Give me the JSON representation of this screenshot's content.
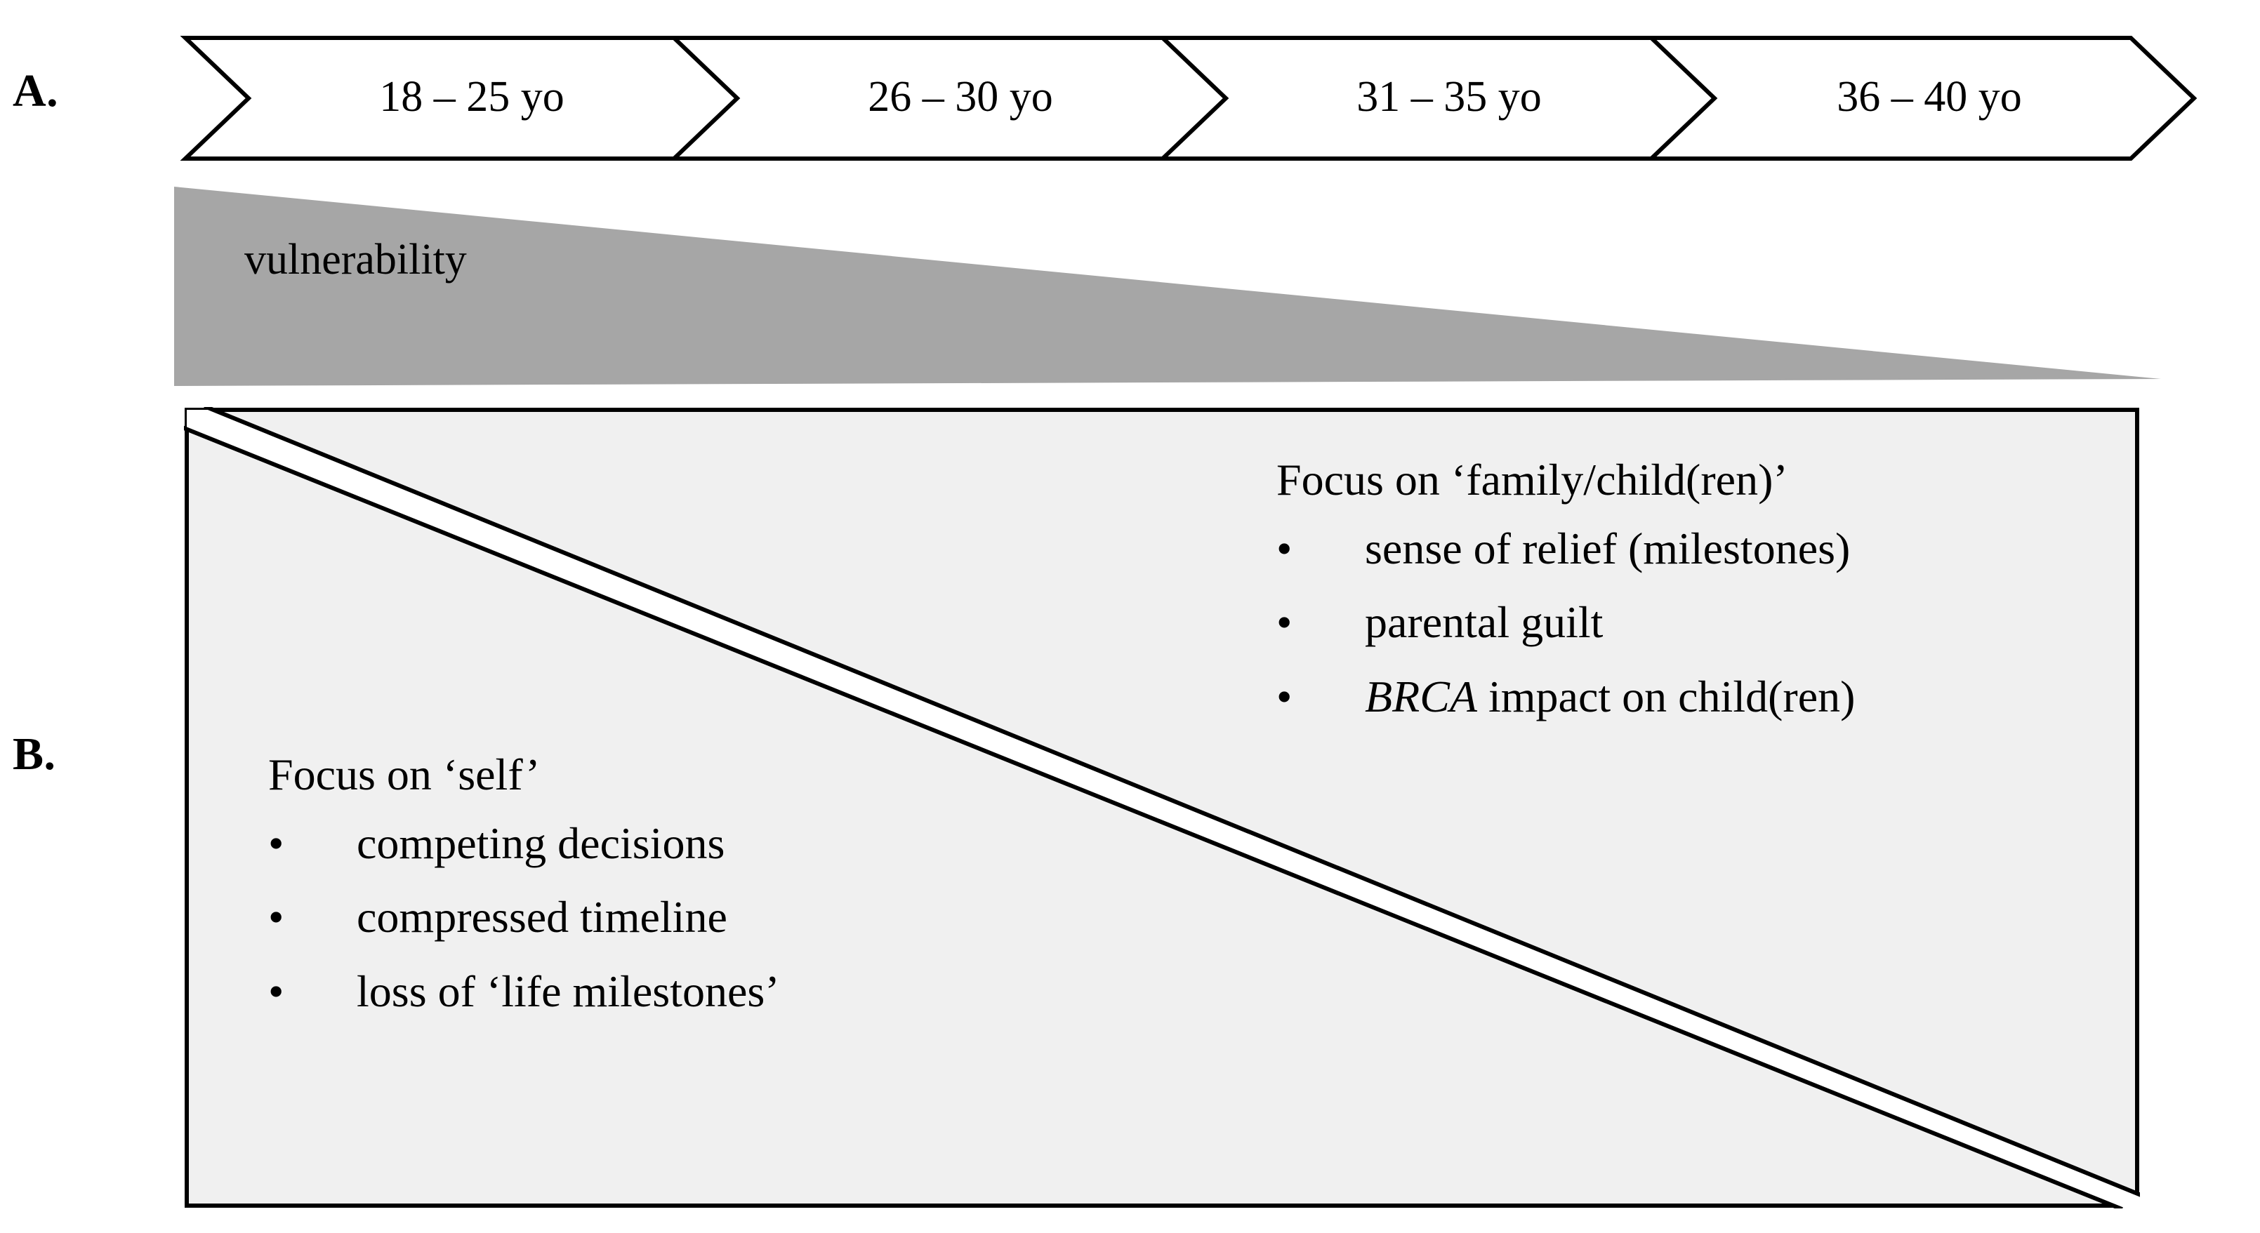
{
  "figure": {
    "background_color": "#ffffff",
    "panels": [
      {
        "letter": "A."
      },
      {
        "letter": "B."
      }
    ]
  },
  "panel_a": {
    "letter": "A.",
    "timeline": {
      "shape": "chevron",
      "fill_color": "#ffffff",
      "stroke_color": "#000000",
      "stages": [
        {
          "label": "18 – 25 yo"
        },
        {
          "label": "26 – 30 yo"
        },
        {
          "label": "31 – 35 yo"
        },
        {
          "label": "36 – 40 yo"
        }
      ]
    },
    "wedge": {
      "label": "vulnerability",
      "fill_color": "#a6a6a6",
      "direction": "decreasing-left-to-right"
    }
  },
  "panel_b": {
    "letter": "B.",
    "box": {
      "fill_color": "#f0f0f0",
      "stroke_color": "#000000",
      "divider": "diagonal-band"
    },
    "blocks": [
      {
        "id": "focus-family",
        "heading": "Focus on ‘family/child(ren)’",
        "bullet_glyph": "•",
        "items": [
          {
            "prefix": "",
            "emphasis": "",
            "text": "sense of relief (milestones)"
          },
          {
            "prefix": "",
            "emphasis": "",
            "text": "parental guilt"
          },
          {
            "prefix": "",
            "emphasis": "BRCA",
            "text": " impact on child(ren)"
          }
        ]
      },
      {
        "id": "focus-self",
        "heading": "Focus on ‘self’",
        "bullet_glyph": "•",
        "items": [
          {
            "prefix": "",
            "emphasis": "",
            "text": "competing decisions"
          },
          {
            "prefix": "",
            "emphasis": "",
            "text": "compressed timeline"
          },
          {
            "prefix": "",
            "emphasis": "",
            "text": "loss of ‘life milestones’"
          }
        ]
      }
    ]
  },
  "chart_data": {
    "type": "diagram",
    "title": "",
    "stages": [
      "18 – 25 yo",
      "26 – 30 yo",
      "31 – 35 yo",
      "36 – 40 yo"
    ],
    "gradient_label": "vulnerability",
    "gradient_values": [
      1.0,
      0.67,
      0.34,
      0.0
    ],
    "themes": {
      "early": [
        "competing decisions",
        "compressed timeline",
        "loss of ‘life milestones’"
      ],
      "late": [
        "sense of relief (milestones)",
        "parental guilt",
        "BRCA impact on child(ren)"
      ]
    }
  }
}
